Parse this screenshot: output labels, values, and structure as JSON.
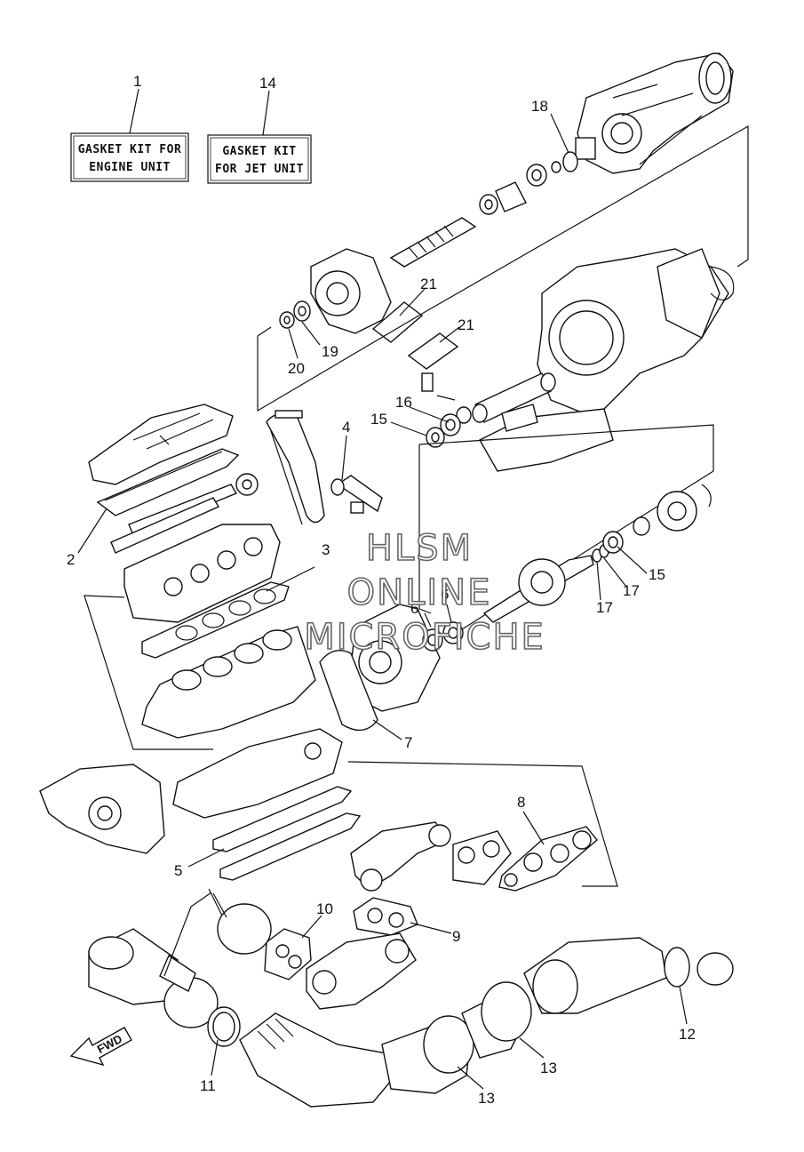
{
  "kits": [
    {
      "number": "1",
      "line1": "GASKET KIT FOR",
      "line2": "ENGINE UNIT"
    },
    {
      "number": "14",
      "line1": "GASKET KIT",
      "line2": "FOR JET UNIT"
    }
  ],
  "callouts": [
    "2",
    "3",
    "4",
    "5",
    "6",
    "6",
    "7",
    "8",
    "9",
    "10",
    "11",
    "12",
    "13",
    "13",
    "15",
    "15",
    "16",
    "17",
    "17",
    "18",
    "19",
    "20",
    "21",
    "21"
  ],
  "watermark": {
    "line1": "HLSM",
    "line2": "ONLINE",
    "line3": "MICROFICHE"
  },
  "fwd_label": "FWD"
}
